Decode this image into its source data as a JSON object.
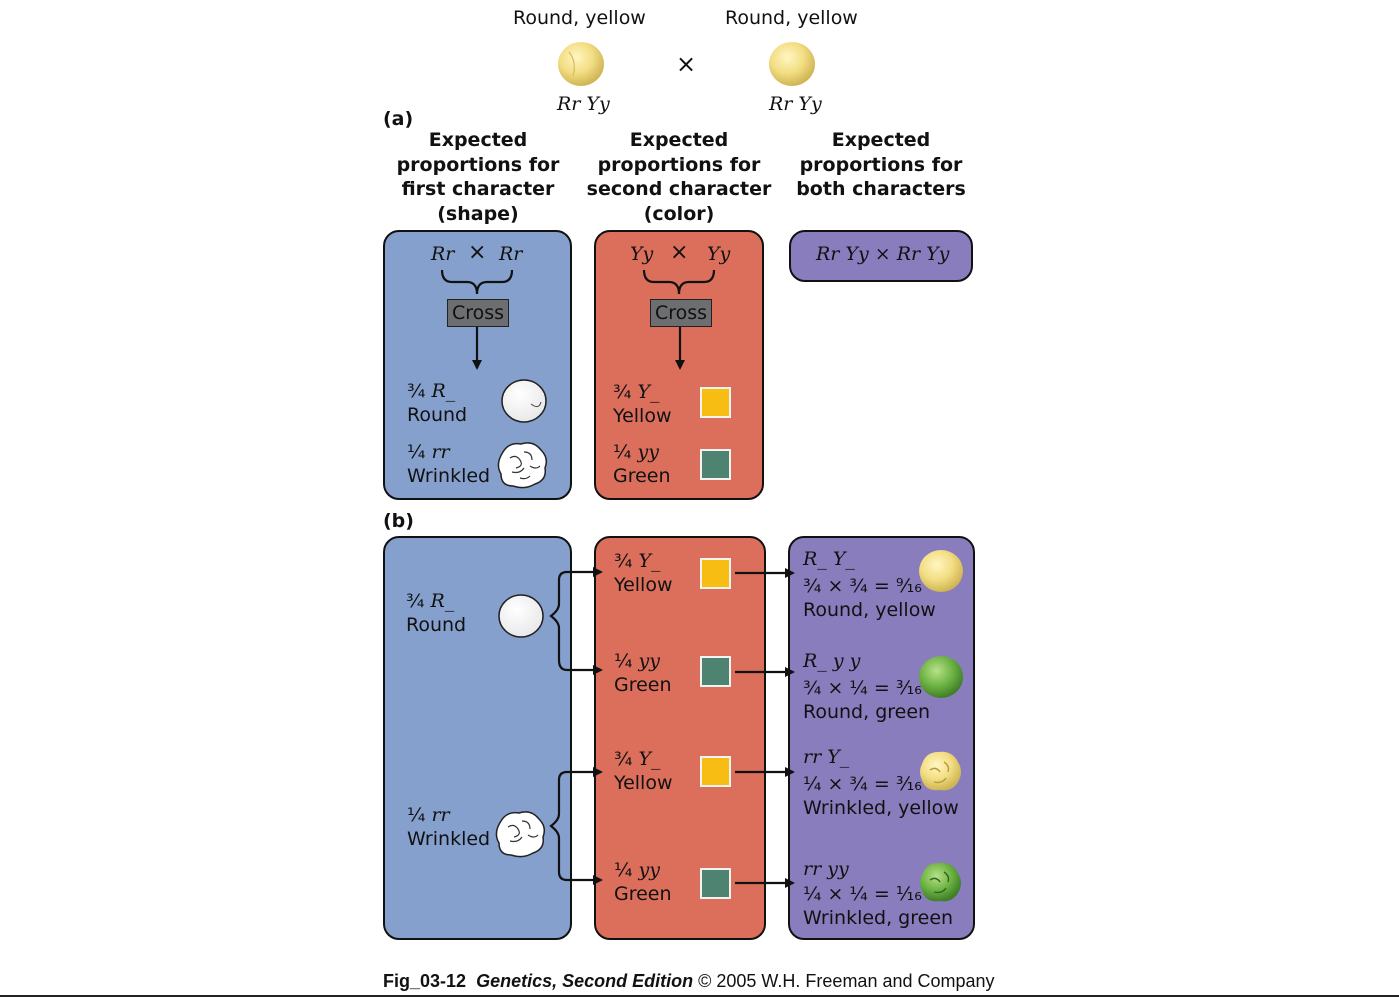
{
  "top": {
    "parent_left_label": "Round, yellow",
    "parent_left_genotype": "Rr Yy",
    "cross_symbol": "×",
    "parent_right_label": "Round, yellow",
    "parent_right_genotype": "Rr Yy"
  },
  "part_a": {
    "label": "(a)",
    "headers": [
      "Expected proportions for first character (shape)",
      "Expected proportions for second character (color)",
      "Expected proportions for both characters"
    ],
    "shape_panel": {
      "parent1": "Rr",
      "cross_symbol": "×",
      "parent2": "Rr",
      "cross_label": "Cross",
      "outcome1_fraction": "¾",
      "outcome1_genotype": "R_",
      "outcome1_phenotype": "Round",
      "outcome2_fraction": "¼",
      "outcome2_genotype": "rr",
      "outcome2_phenotype": "Wrinkled"
    },
    "color_panel": {
      "parent1": "Yy",
      "cross_symbol": "×",
      "parent2": "Yy",
      "cross_label": "Cross",
      "outcome1_fraction": "¾",
      "outcome1_genotype": "Y_",
      "outcome1_phenotype": "Yellow",
      "outcome2_fraction": "¼",
      "outcome2_genotype": "yy",
      "outcome2_phenotype": "Green"
    },
    "both_panel": {
      "cross": "Rr Yy × Rr Yy"
    }
  },
  "part_b": {
    "label": "(b)",
    "shape": [
      {
        "fraction": "¾",
        "genotype": "R_",
        "phenotype": "Round"
      },
      {
        "fraction": "¼",
        "genotype": "rr",
        "phenotype": "Wrinkled"
      }
    ],
    "color": [
      {
        "fraction": "¾",
        "genotype": "Y_",
        "phenotype": "Yellow"
      },
      {
        "fraction": "¼",
        "genotype": "yy",
        "phenotype": "Green"
      },
      {
        "fraction": "¾",
        "genotype": "Y_",
        "phenotype": "Yellow"
      },
      {
        "fraction": "¼",
        "genotype": "yy",
        "phenotype": "Green"
      }
    ],
    "combined": [
      {
        "genotype": "R_ Y_",
        "calc": "¾ × ¾ = ⁹⁄₁₆",
        "phenotype": "Round, yellow"
      },
      {
        "genotype": "R_ y y",
        "calc": "¾ × ¼ = ³⁄₁₆",
        "phenotype": "Round, green"
      },
      {
        "genotype": "rr Y_",
        "calc": "¼ × ¾ = ³⁄₁₆",
        "phenotype": "Wrinkled, yellow"
      },
      {
        "genotype": "rr yy",
        "calc": "¼ × ¼ = ¹⁄₁₆",
        "phenotype": "Wrinkled, green"
      }
    ]
  },
  "footer": {
    "fig_id": "Fig_03-12",
    "book_title": "Genetics, Second Edition",
    "copyright": "© 2005 W.H. Freeman and Company"
  },
  "colors": {
    "shape_panel": "#86a0cd",
    "color_panel": "#db6f5c",
    "combined_panel": "#8a7dbd",
    "yellow_square": "#f8bd12",
    "green_square": "#4e8371",
    "cross_box": "#6d6e70"
  }
}
